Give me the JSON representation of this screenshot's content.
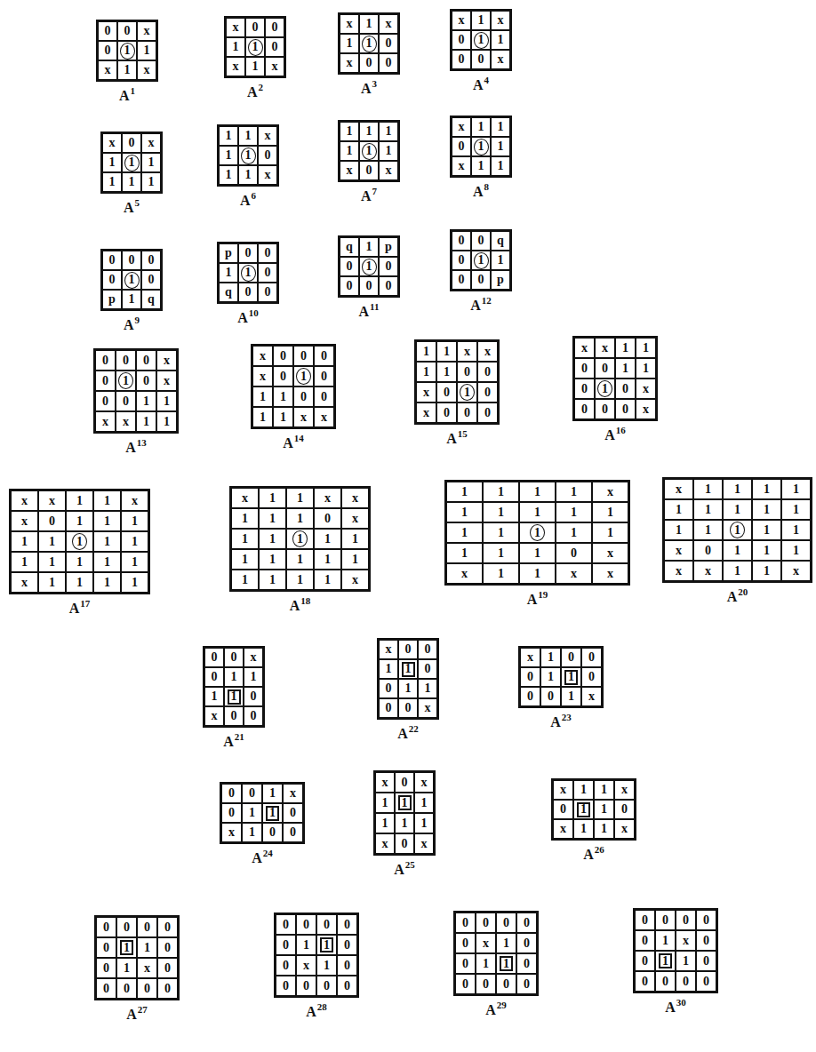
{
  "diagram": {
    "labels": [
      "0",
      "0",
      "x",
      "0",
      "1",
      "1",
      "x",
      "1",
      "x",
      "A",
      "1",
      "x",
      "0",
      "0",
      "1",
      "1",
      "0",
      "x",
      "1",
      "x",
      "A",
      "2",
      "x",
      "1",
      "x",
      "1",
      "1",
      "0",
      "x",
      "0",
      "0",
      "A",
      "3",
      "x",
      "1",
      "x",
      "0",
      "1",
      "1",
      "0",
      "0",
      "x",
      "A",
      "4",
      "x",
      "0",
      "x",
      "1",
      "1",
      "1",
      "1",
      "1",
      "1",
      "A",
      "5",
      "1",
      "1",
      "x",
      "1",
      "1",
      "0",
      "1",
      "1",
      "x",
      "A",
      "6",
      "1",
      "1",
      "1",
      "1",
      "1",
      "1",
      "x",
      "0",
      "x",
      "A",
      "7",
      "x",
      "1",
      "1",
      "0",
      "1",
      "1",
      "x",
      "1",
      "1",
      "A",
      "8",
      "0",
      "0",
      "0",
      "0",
      "1",
      "0",
      "p",
      "1",
      "q",
      "A",
      "9",
      "p",
      "0",
      "0",
      "1",
      "1",
      "0",
      "q",
      "0",
      "0",
      "A",
      "10",
      "q",
      "1",
      "p",
      "0",
      "1",
      "0",
      "0",
      "0",
      "0",
      "A",
      "11",
      "0",
      "0",
      "q",
      "0",
      "1",
      "1",
      "0",
      "0",
      "p",
      "A",
      "12",
      "0",
      "0",
      "0",
      "x",
      "0",
      "1",
      "0",
      "x",
      "0",
      "0",
      "1",
      "1",
      "x",
      "x",
      "1",
      "1",
      "A",
      "13",
      "x",
      "0",
      "0",
      "0",
      "x",
      "0",
      "1",
      "0",
      "1",
      "1",
      "0",
      "0",
      "1",
      "1",
      "x",
      "x",
      "A",
      "14",
      "1",
      "1",
      "x",
      "x",
      "1",
      "1",
      "0",
      "0",
      "x",
      "0",
      "1",
      "0",
      "x",
      "0",
      "0",
      "0",
      "A",
      "15",
      "x",
      "x",
      "1",
      "1",
      "0",
      "0",
      "1",
      "1",
      "0",
      "1",
      "0",
      "x",
      "0",
      "0",
      "0",
      "x",
      "A",
      "16",
      "x",
      "x",
      "1",
      "1",
      "x",
      "x",
      "0",
      "1",
      "1",
      "1",
      "1",
      "1",
      "1",
      "1",
      "1",
      "1",
      "1",
      "1",
      "1",
      "1",
      "x",
      "1",
      "1",
      "1",
      "1",
      "A",
      "17",
      "x",
      "1",
      "1",
      "x",
      "x",
      "1",
      "1",
      "1",
      "0",
      "x",
      "1",
      "1",
      "1",
      "1",
      "1",
      "1",
      "1",
      "1",
      "1",
      "1",
      "1",
      "1",
      "1",
      "1",
      "x",
      "A",
      "18",
      "1",
      "1",
      "1",
      "1",
      "x",
      "1",
      "1",
      "1",
      "1",
      "1",
      "1",
      "1",
      "1",
      "1",
      "1",
      "1",
      "1",
      "1",
      "0",
      "x",
      "x",
      "1",
      "1",
      "x",
      "x",
      "A",
      "19",
      "x",
      "1",
      "1",
      "1",
      "1",
      "1",
      "1",
      "1",
      "1",
      "1",
      "1",
      "1",
      "1",
      "1",
      "1",
      "x",
      "0",
      "1",
      "1",
      "1",
      "x",
      "x",
      "1",
      "1",
      "x",
      "A",
      "20",
      "0",
      "0",
      "x",
      "0",
      "1",
      "1",
      "1",
      "1",
      "0",
      "x",
      "0",
      "0",
      "A",
      "21",
      "x",
      "0",
      "0",
      "1",
      "1",
      "0",
      "0",
      "1",
      "1",
      "0",
      "0",
      "x",
      "A",
      "22",
      "x",
      "1",
      "0",
      "0",
      "0",
      "1",
      "1",
      "0",
      "0",
      "0",
      "1",
      "x",
      "A",
      "23",
      "0",
      "0",
      "1",
      "x",
      "0",
      "1",
      "1",
      "0",
      "x",
      "1",
      "0",
      "0",
      "A",
      "24",
      "x",
      "0",
      "x",
      "1",
      "1",
      "1",
      "1",
      "1",
      "1",
      "x",
      "0",
      "x",
      "A",
      "25",
      "x",
      "1",
      "1",
      "x",
      "0",
      "1",
      "1",
      "0",
      "x",
      "1",
      "1",
      "x",
      "A",
      "26",
      "0",
      "0",
      "0",
      "0",
      "0",
      "1",
      "1",
      "0",
      "0",
      "1",
      "x",
      "0",
      "0",
      "0",
      "0",
      "0",
      "A",
      "27",
      "0",
      "0",
      "0",
      "0",
      "0",
      "1",
      "1",
      "0",
      "0",
      "x",
      "1",
      "0",
      "0",
      "0",
      "0",
      "0",
      "A",
      "28",
      "0",
      "0",
      "0",
      "0",
      "0",
      "x",
      "1",
      "0",
      "0",
      "1",
      "1",
      "0",
      "0",
      "0",
      "0",
      "0",
      "A",
      "29",
      "0",
      "0",
      "0",
      "0",
      "0",
      "1",
      "x",
      "0",
      "0",
      "1",
      "1",
      "0",
      "0",
      "0",
      "0",
      "0",
      "A",
      "30"
    ]
  }
}
